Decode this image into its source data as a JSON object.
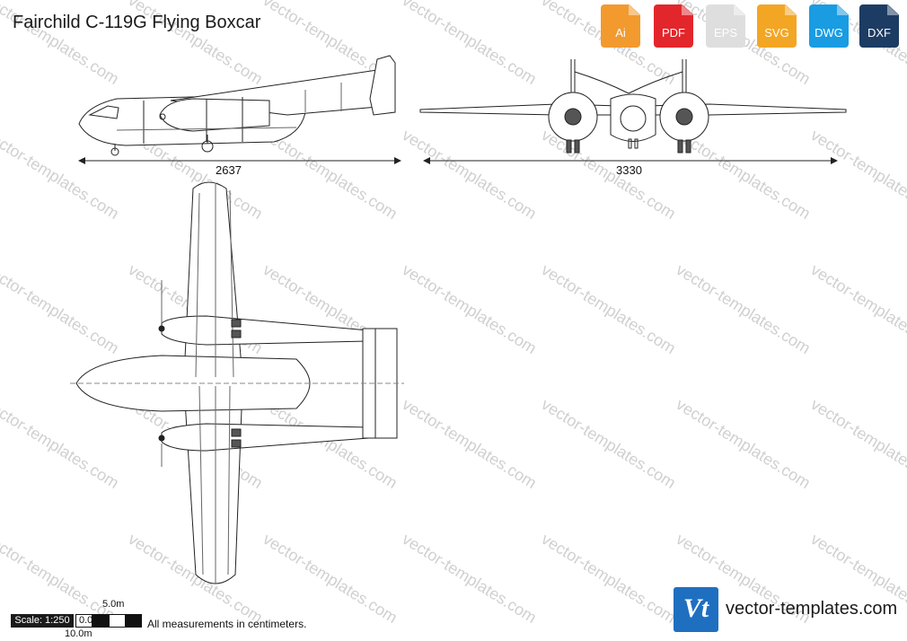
{
  "title": "Fairchild C-119G Flying Boxcar",
  "formats": [
    {
      "label": "Ai",
      "color": "#f29a2e"
    },
    {
      "label": "PDF",
      "color": "#e3262b"
    },
    {
      "label": "EPS",
      "color": "#dedede"
    },
    {
      "label": "SVG",
      "color": "#f3a624"
    },
    {
      "label": "DWG",
      "color": "#199ce2"
    },
    {
      "label": "DXF",
      "color": "#1d3c63"
    }
  ],
  "dimensions": {
    "length": "2637",
    "span": "3330"
  },
  "scale": {
    "label": "Scale: 1:250",
    "mark_5": "5.0m",
    "mark_0": "0.0m",
    "mark_10": "10.0m"
  },
  "note": "All measurements in centimeters.",
  "brand": {
    "logo_text": "Vt",
    "name": "vector-templates.com"
  },
  "watermark": "vector-templates.com",
  "colors": {
    "line": "#222222",
    "detail": "#555555",
    "watermark": "#d0d0d0",
    "brand_blue": "#1f6fc1"
  }
}
